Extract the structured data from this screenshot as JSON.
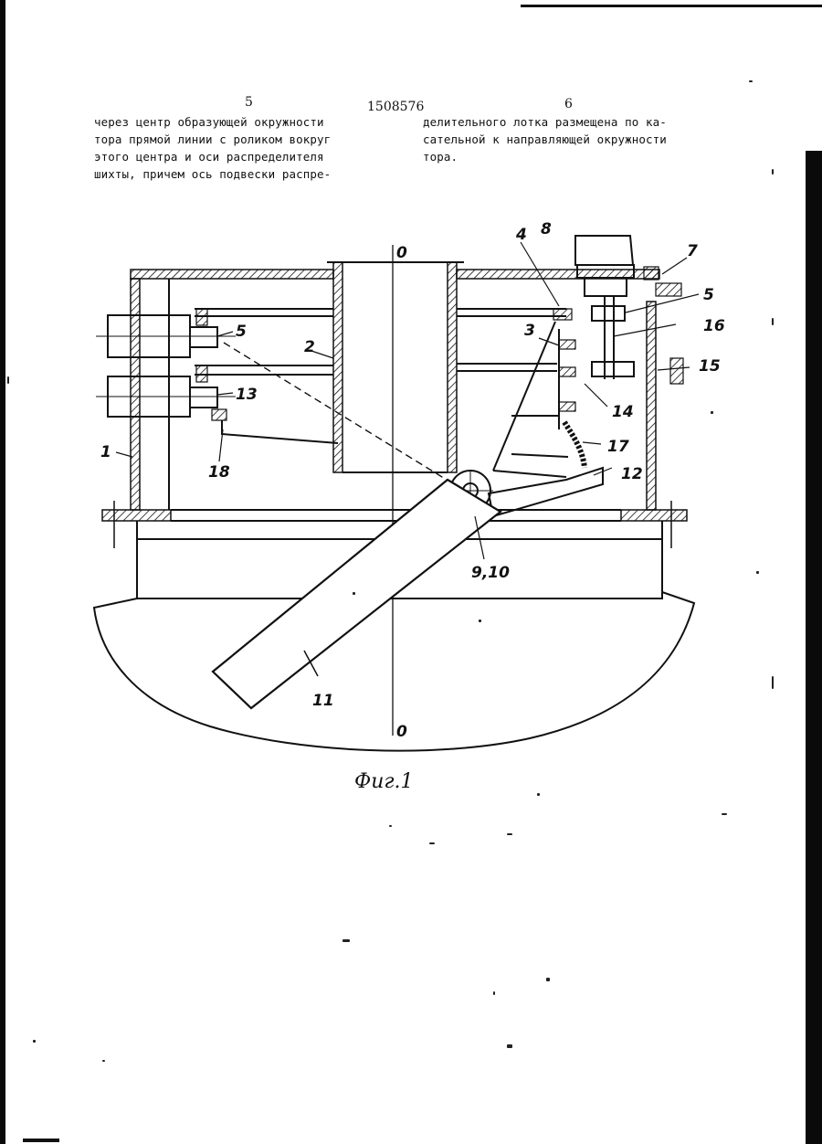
{
  "header": {
    "col_left_num": "5",
    "patent_number": "1508576",
    "col_right_num": "6"
  },
  "left_column": [
    "через центр образующей окружности",
    "тора прямой линии с роликом вокруг",
    "этого центра и оси распределителя",
    "шихты, причем ось подвески распре-"
  ],
  "right_column": [
    "делительного лотка размещена по ка-",
    "сательной к направляющей окружности",
    "тора."
  ],
  "figure": {
    "caption": "Фиг.1",
    "labels": {
      "l1": "1",
      "l2": "2",
      "l3": "3",
      "l4": "4",
      "l5a": "5",
      "l5b": "5",
      "l7": "7",
      "l8": "8",
      "l910": "9,10",
      "l11": "11",
      "l12": "12",
      "l13": "13",
      "l14": "14",
      "l15": "15",
      "l16": "16",
      "l17": "17",
      "l18": "18",
      "axis_top": "0",
      "axis_bottom": "0"
    }
  }
}
